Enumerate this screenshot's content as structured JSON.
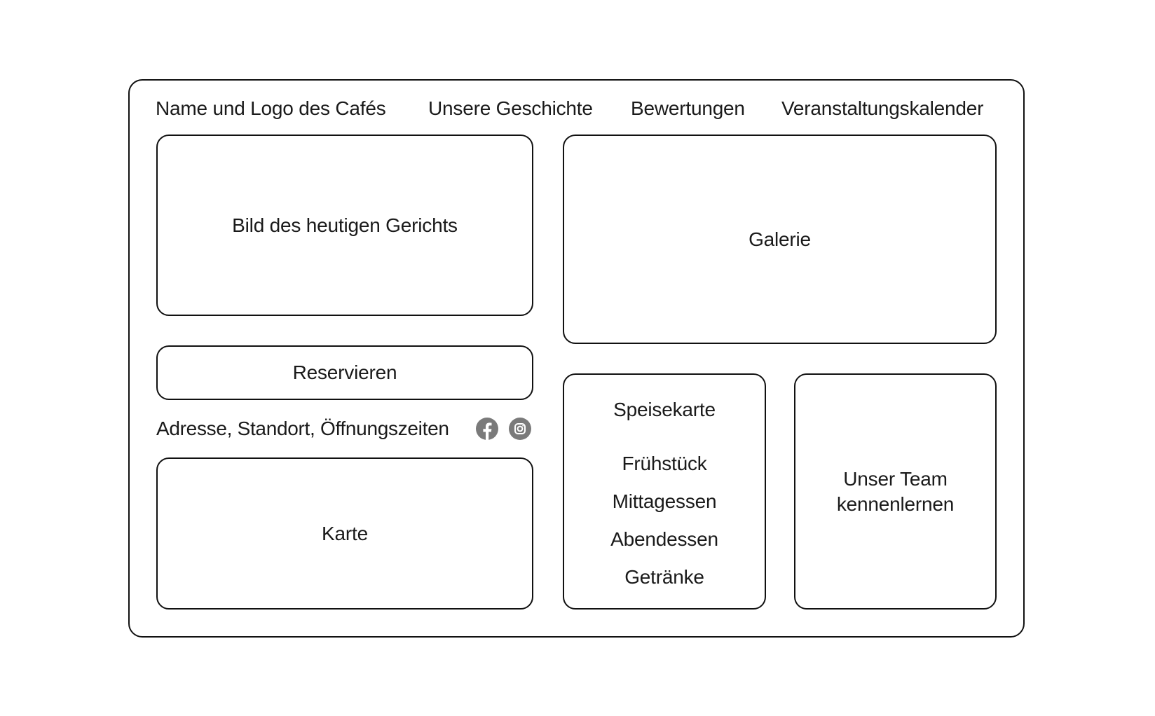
{
  "header": {
    "nav": [
      {
        "label": "Name und Logo des Cafés"
      },
      {
        "label": "Unsere Geschichte"
      },
      {
        "label": "Bewertungen"
      },
      {
        "label": "Veranstaltungskalender"
      }
    ]
  },
  "left_column": {
    "dish_image_label": "Bild des heutigen Gerichts",
    "reserve_label": "Reservieren",
    "address_label": "Adresse, Standort, Öffnungszeiten",
    "social_icons": [
      "facebook-icon",
      "instagram-icon"
    ],
    "map_label": "Karte"
  },
  "right_column": {
    "gallery_label": "Galerie",
    "menu": {
      "title": "Speisekarte",
      "items": [
        {
          "label": "Frühstück"
        },
        {
          "label": "Mittagessen"
        },
        {
          "label": "Abendessen"
        },
        {
          "label": "Getränke"
        }
      ]
    },
    "team": {
      "line1": "Unser Team",
      "line2": "kennenlernen"
    }
  },
  "colors": {
    "stroke": "#111111",
    "text": "#1a1a1a",
    "icon_fill": "#7a7a7a",
    "background": "#ffffff"
  }
}
